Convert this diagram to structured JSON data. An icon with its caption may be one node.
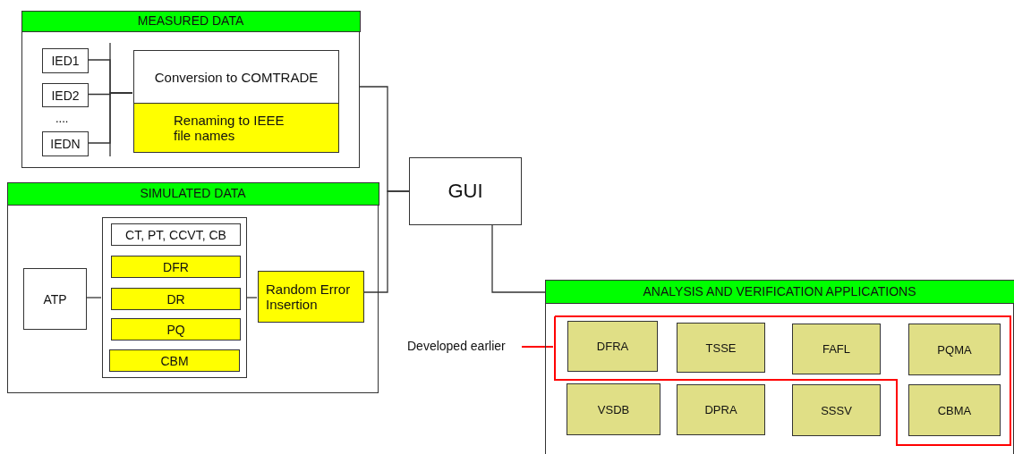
{
  "diagram": {
    "nodes": [
      {
        "text": [
          "MEASURED DATA"
        ]
      },
      {
        "text": [
          "IED1"
        ],
        "in": 0
      },
      {
        "text": [
          "IED2"
        ],
        "in": 0
      },
      {
        "text": [
          "IEDN"
        ],
        "in": 0
      },
      {
        "text": [
          "Conversion to COMTRADE"
        ],
        "in": 0
      },
      {
        "text": [
          "Renaming to IEEE file names"
        ],
        "in": 0
      },
      {
        "text": [
          "SIMULATED DATA"
        ]
      },
      {
        "text": [
          "ATP"
        ],
        "in": 6
      },
      {
        "text": [],
        "shape": "box",
        "in": 6
      },
      {
        "text": [
          "CT, PT, CCVT, CB"
        ],
        "in": 8
      },
      {
        "text": [
          "DFR"
        ],
        "in": 8
      },
      {
        "text": [
          "DR"
        ],
        "in": 8
      },
      {
        "text": [
          "PQ"
        ],
        "in": 8
      },
      {
        "text": [
          "CBM"
        ],
        "in": 8
      },
      {
        "text": [
          "Random Error Insertion"
        ],
        "in": 6
      },
      {
        "text": [
          "GUI"
        ]
      },
      {
        "text": [
          "ANALYSIS AND VERIFICATION APPLICATIONS"
        ]
      },
      {
        "text": [],
        "shape": "outline",
        "in": 16
      },
      {
        "text": [
          "DFRA"
        ],
        "in": 17
      },
      {
        "text": [
          "TSSE"
        ],
        "in": 17
      },
      {
        "text": [
          "FAFL"
        ],
        "in": 17
      },
      {
        "text": [
          "PQMA"
        ],
        "in": 17
      },
      {
        "text": [
          "VSDB"
        ],
        "in": 16
      },
      {
        "text": [
          "DPRA"
        ],
        "in": 16
      },
      {
        "text": [
          "SSSV"
        ],
        "in": 16
      },
      {
        "text": [
          "CBMA"
        ],
        "in": 17
      },
      {
        "text": [
          "Developed earlier"
        ]
      }
    ],
    "edges": [
      {
        "from": 1,
        "to": 4,
        "arrow": "none"
      },
      {
        "from": 2,
        "to": 4,
        "arrow": "none"
      },
      {
        "from": 3,
        "to": 4,
        "arrow": "none"
      },
      {
        "from": 0,
        "to": 15,
        "arrow": "none"
      },
      {
        "from": 7,
        "to": 8,
        "arrow": "none"
      },
      {
        "from": 8,
        "to": 14,
        "arrow": "none"
      },
      {
        "from": 14,
        "to": 15,
        "arrow": "none"
      },
      {
        "from": 15,
        "to": 16,
        "arrow": "none"
      },
      {
        "from": 26,
        "to": 17,
        "arrow": "none",
        "color": "#ff0000"
      }
    ],
    "labels": [
      "...."
    ]
  }
}
